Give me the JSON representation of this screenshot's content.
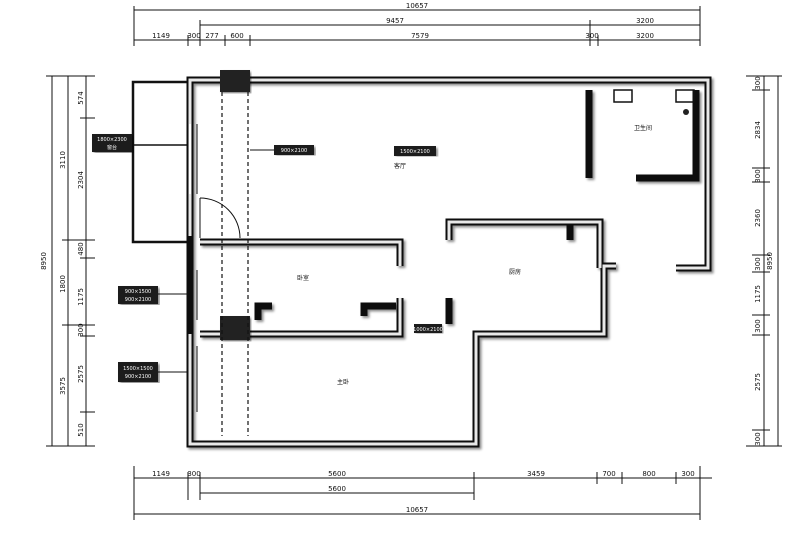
{
  "drawing": {
    "top_dims": {
      "overall": "10657",
      "row2": [
        "9457",
        "3200"
      ],
      "row3": [
        "1149",
        "300",
        "277",
        "600",
        "7579",
        "300",
        "3200"
      ]
    },
    "bottom_dims": {
      "row1": [
        "1149",
        "300",
        "5600",
        "3459",
        "700",
        "800",
        "300"
      ],
      "row2": "5600",
      "overall": "10657"
    },
    "left_dims": {
      "overall": "8950",
      "segments": [
        "3110",
        "1800",
        "3575"
      ],
      "inner": [
        "574",
        "2304",
        "480",
        "1175",
        "300",
        "2575",
        "510"
      ]
    },
    "right_dims": {
      "overall": "8950",
      "segments": [
        "300",
        "2834",
        "300",
        "2360",
        "300",
        "1175",
        "300",
        "2575",
        "300"
      ]
    },
    "rooms": {
      "living": "客厅",
      "kitchen": "厨房",
      "bathroom": "卫生间",
      "bedroom": "卧室",
      "master": "主卧"
    },
    "tags": {
      "window1": [
        "1800×2300",
        "窗台"
      ],
      "window2": [
        "900×1500",
        "900×2100"
      ],
      "window3": [
        "1500×1500",
        "900×2100"
      ],
      "living_tag": "1500×2100",
      "hall_tag": "900×2100",
      "corridor_tag": "1000×2100"
    }
  }
}
